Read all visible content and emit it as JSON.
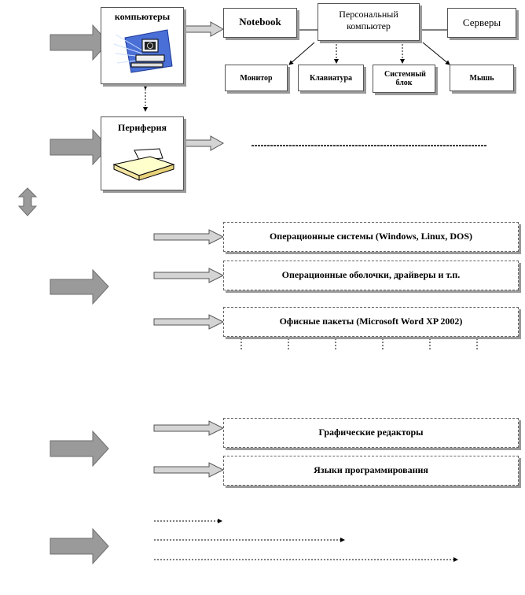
{
  "hardware": {
    "computers_label": "компьютеры",
    "notebook_label": "Notebook",
    "pc_label": "Персональный компьютер",
    "servers_label": "Серверы",
    "components": [
      "Монитор",
      "Клавиатура",
      "Системный блок",
      "Мышь"
    ],
    "periphery_label": "Периферия"
  },
  "system_software": {
    "items": [
      "Операционные системы (Windows, Linux,  DOS)",
      "Операционные оболочки, драйверы и т.п.",
      "Офисные пакеты (Microsoft  Word XP 2002)"
    ]
  },
  "tools": {
    "items": [
      "Графические редакторы",
      "Языки программирования"
    ]
  },
  "colors": {
    "arrow_fill": "#9a9a9a",
    "shadow": "#9a9a9a",
    "computer_icon": "#4a6fd6"
  },
  "icons": [
    "computer-icon",
    "scanner-icon"
  ]
}
